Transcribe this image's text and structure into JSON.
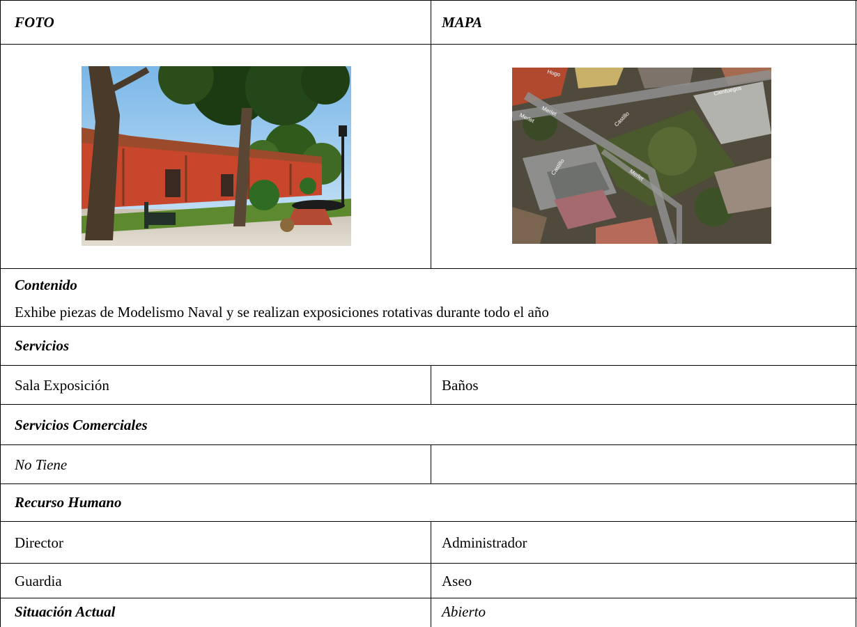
{
  "header": {
    "foto_label": "FOTO",
    "mapa_label": "MAPA"
  },
  "media": {
    "photo_icon": "museum-photo",
    "map_icon": "aerial-map",
    "map_labels": [
      "Cienfuegos",
      "Castillo",
      "Castillo",
      "Merlet",
      "Merlet",
      "Merlet",
      "Hugo"
    ]
  },
  "contenido": {
    "title": "Contenido",
    "text": "Exhibe piezas de Modelismo Naval y se realizan exposiciones rotativas durante todo el año"
  },
  "servicios": {
    "title": "Servicios",
    "items": [
      "Sala Exposición",
      "Baños"
    ]
  },
  "servicios_comerciales": {
    "title": "Servicios Comerciales",
    "value": "No Tiene"
  },
  "recurso_humano": {
    "title": "Recurso Humano",
    "rows": [
      [
        "Director",
        "Administrador"
      ],
      [
        "Guardia",
        "Aseo"
      ]
    ]
  },
  "situacion_actual": {
    "title": "Situación Actual",
    "value": "Abierto"
  }
}
